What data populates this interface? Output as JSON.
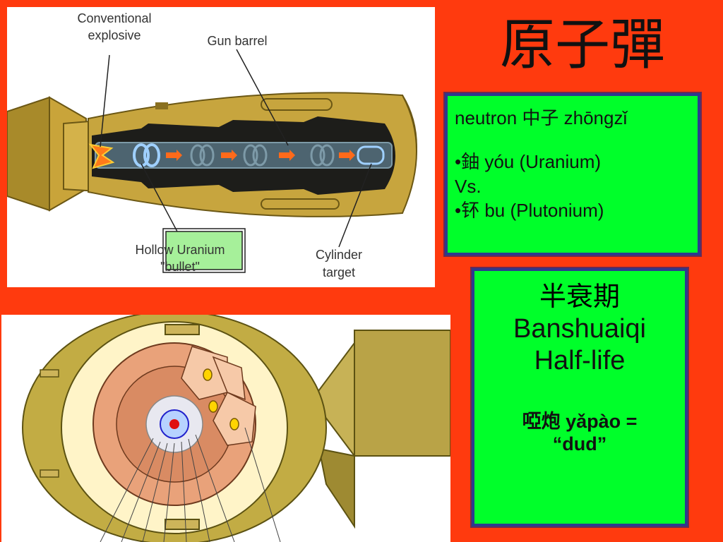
{
  "title": "原子彈",
  "gun_diagram": {
    "label_explosive_line1": "Conventional",
    "label_explosive_line2": "explosive",
    "label_barrel": "Gun barrel",
    "label_bullet_line1": "Hollow Uranium",
    "label_bullet_line2": "\"bullet\"",
    "label_target_line1": "Cylinder",
    "label_target_line2": "target"
  },
  "vocab": {
    "neutron": "neutron  中子 zhōngzǐ",
    "uranium": "•鈾 yóu (Uranium)",
    "versus": "Vs.",
    "plutonium": "•钚 bu (Plutonium)"
  },
  "halflife": {
    "chinese": "半衰期",
    "pinyin": "Banshuaiqi",
    "english": "Half-life",
    "dud_line1": "啞炮 yǎpào =",
    "dud_line2": "“dud”"
  }
}
